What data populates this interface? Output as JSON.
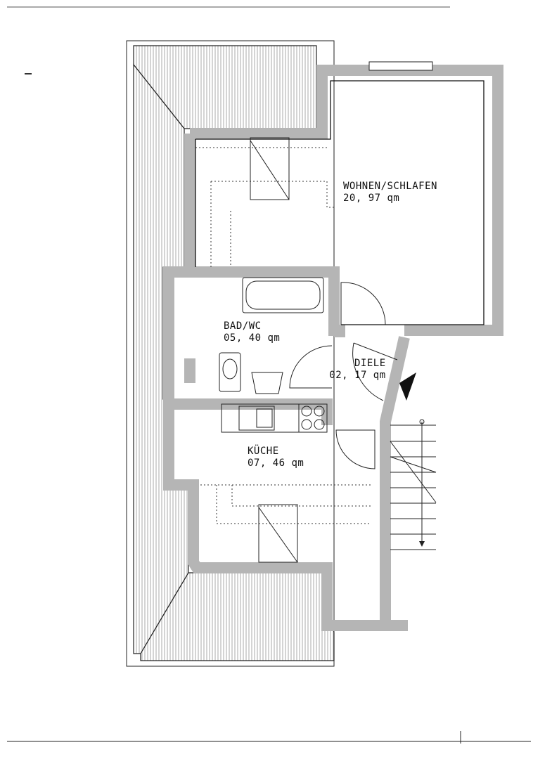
{
  "rooms": [
    {
      "name": "WOHNEN/SCHLAFEN",
      "area": "20, 97 qm"
    },
    {
      "name": "BAD/WC",
      "area": "05, 40 qm"
    },
    {
      "name": "DIELE",
      "area": "02, 17 qm"
    },
    {
      "name": "KÜCHE",
      "area": "07, 46 qm"
    }
  ],
  "colors": {
    "wall": "#b5b5b5",
    "line": "#111111"
  }
}
